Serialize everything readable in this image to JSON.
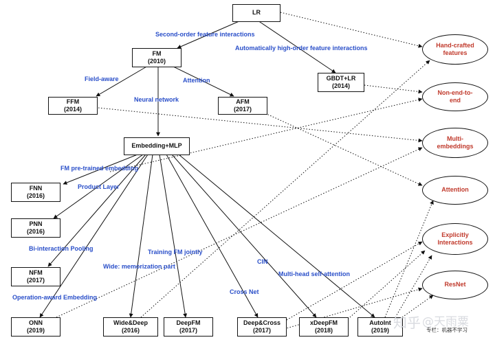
{
  "nodes": {
    "lr": "LR",
    "fm": {
      "name": "FM",
      "year": "(2010)"
    },
    "gbdt": {
      "name": "GBDT+LR",
      "year": "(2014)"
    },
    "ffm": {
      "name": "FFM",
      "year": "(2014)"
    },
    "afm": {
      "name": "AFM",
      "year": "(2017)"
    },
    "emb": "Embedding+MLP",
    "fnn": {
      "name": "FNN",
      "year": "(2016)"
    },
    "pnn": {
      "name": "PNN",
      "year": "(2016)"
    },
    "nfm": {
      "name": "NFM",
      "year": "(2017)"
    },
    "onn": {
      "name": "ONN",
      "year": "(2019)"
    },
    "widedeep": {
      "name": "Wide&Deep",
      "year": "(2016)"
    },
    "deepfm": {
      "name": "DeepFM",
      "year": "(2017)"
    },
    "deepcross": {
      "name": "Deep&Cross",
      "year": "(2017)"
    },
    "xdeepfm": {
      "name": "xDeepFM",
      "year": "(2018)"
    },
    "autoint": {
      "name": "AutoInt",
      "year": "(2019)"
    }
  },
  "edge_labels": {
    "second_order": "Second-order feature interactions",
    "auto_high": "Automatically high-order feature interactions",
    "field_aware": "Field-aware",
    "attention": "Attention",
    "neural_network": "Neural network",
    "fm_pretrained": "FM pre-trained embedding",
    "product_layer": "Product Layer",
    "bi_interaction": "Bi-interaction Pooling",
    "training_fm": "Training FM jointly",
    "wide_memo": "Wide: memorization part",
    "cin": "CIN",
    "multi_head": "Multi-head self-attention",
    "operation_award": "Operation-award Embedding",
    "cross_net": "Cross Net"
  },
  "properties": {
    "hand": "Hand-crafted features",
    "nonend": "Non-end-to-end",
    "multi": "Multi-embeddings",
    "attention": "Attention",
    "explicit": "Explicitly Interactions",
    "resnet": "ResNet"
  },
  "watermark": {
    "site": "知乎",
    "author": "@天雨粟",
    "column": "专栏：机器不学习"
  }
}
